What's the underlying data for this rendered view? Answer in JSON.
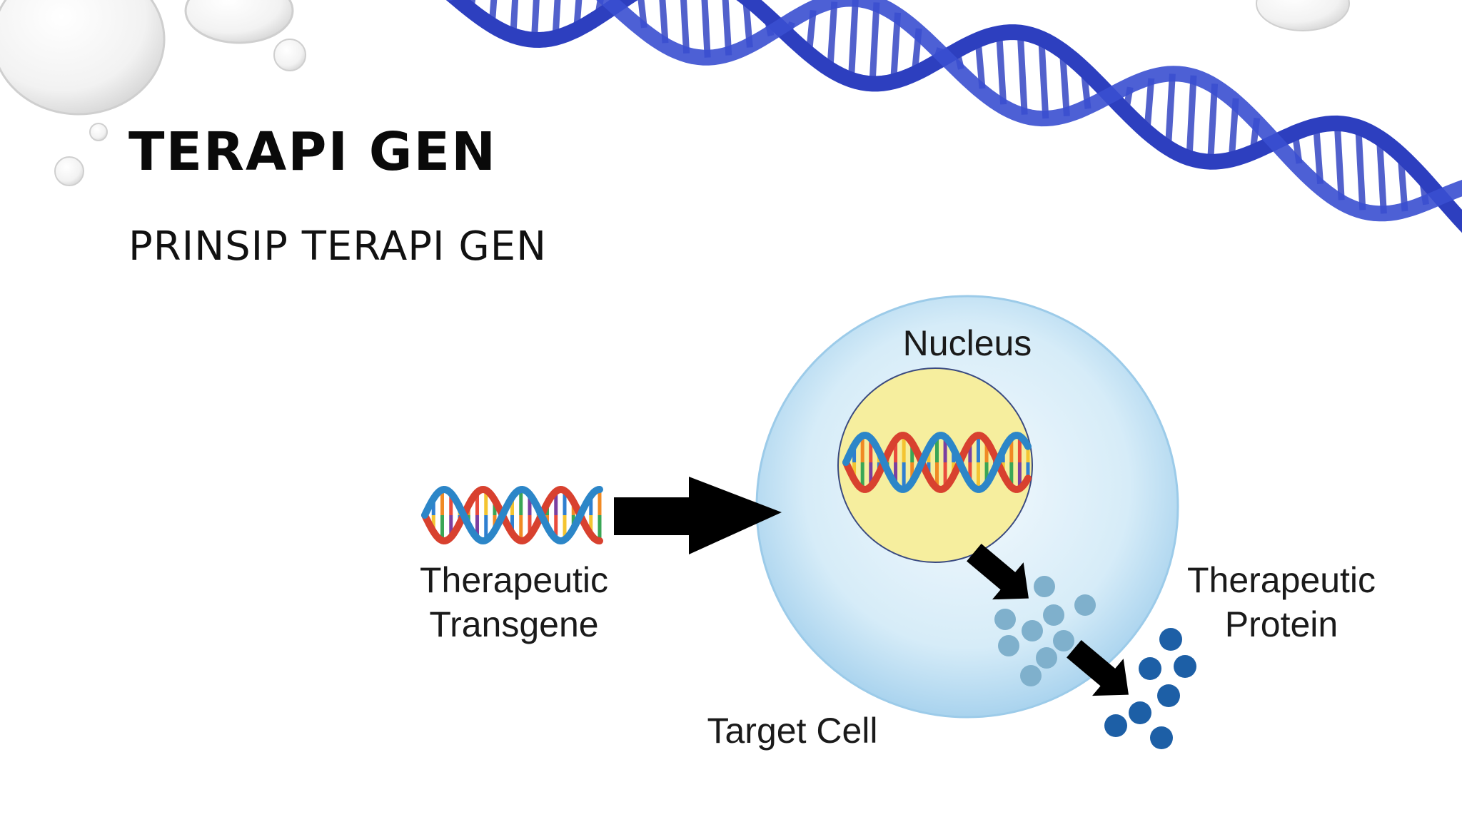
{
  "slide": {
    "title": "TERAPI GEN",
    "subtitle": "PRINSIP TERAPI GEN"
  },
  "diagram": {
    "labels": {
      "nucleus": "Nucleus",
      "transgene_line1": "Therapeutic",
      "transgene_line2": "Transgene",
      "target_cell": "Target Cell",
      "protein_line1": "Therapeutic",
      "protein_line2": "Protein"
    },
    "colors": {
      "dna_banner": "#2d3fbf",
      "cell_fill": "#bfe0f2",
      "nucleus_fill": "#f6ee9e",
      "precursor_dots": "#7fb0cc",
      "protein_dots": "#1d5fa6",
      "arrow": "#000000"
    },
    "icons": [
      "water-drop-icon",
      "dna-helix-icon",
      "arrow-icon"
    ]
  }
}
